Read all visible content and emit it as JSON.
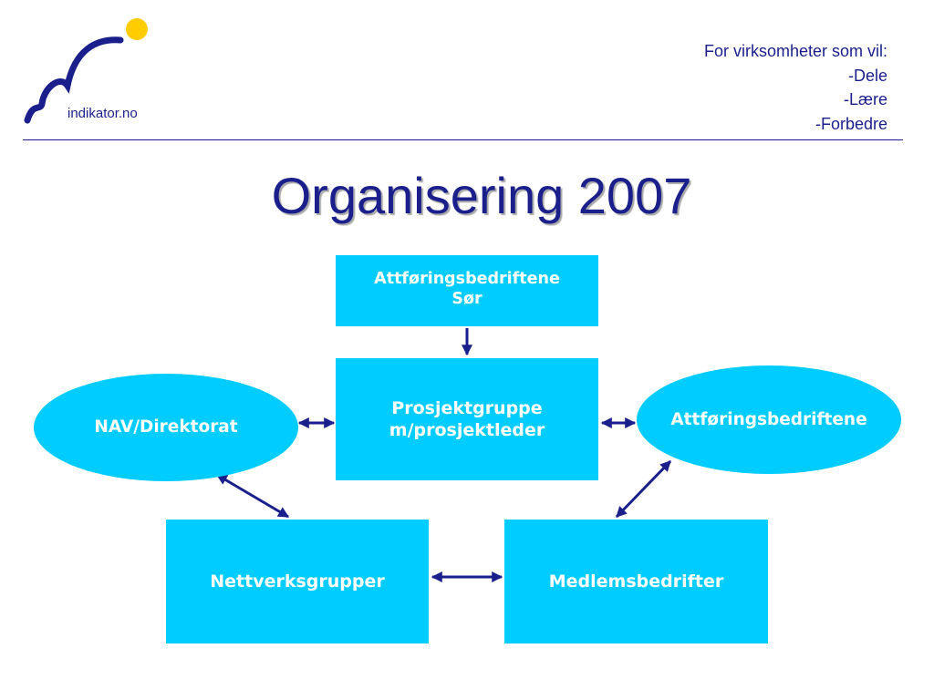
{
  "header": {
    "logo_text": "indikator.no",
    "tagline": [
      "For virksomheter som vil:",
      "-Dele",
      "-Lære",
      "-Forbedre"
    ]
  },
  "title": "Organisering 2007",
  "diagram": {
    "nodes": {
      "top": "Attføringsbedriftene\nSør",
      "center": "Prosjektgruppe\nm/prosjektleder",
      "left": "NAV/Direktorat",
      "right": "Attføringsbedriftene",
      "bottom_left": "Nettverksgrupper",
      "bottom_right": "Medlemsbedrifter"
    },
    "edges": [
      {
        "from": "top",
        "to": "center",
        "direction": "one-way"
      },
      {
        "from": "left",
        "to": "center",
        "direction": "two-way"
      },
      {
        "from": "center",
        "to": "right",
        "direction": "two-way"
      },
      {
        "from": "left",
        "to": "bottom_left",
        "direction": "two-way"
      },
      {
        "from": "bottom_left",
        "to": "bottom_right",
        "direction": "two-way"
      },
      {
        "from": "bottom_right",
        "to": "right",
        "direction": "two-way"
      }
    ]
  },
  "colors": {
    "navy": "#1a1f8c",
    "node_fill": "#00ccff",
    "node_text": "#ffffff",
    "sun": "#ffcc00"
  }
}
